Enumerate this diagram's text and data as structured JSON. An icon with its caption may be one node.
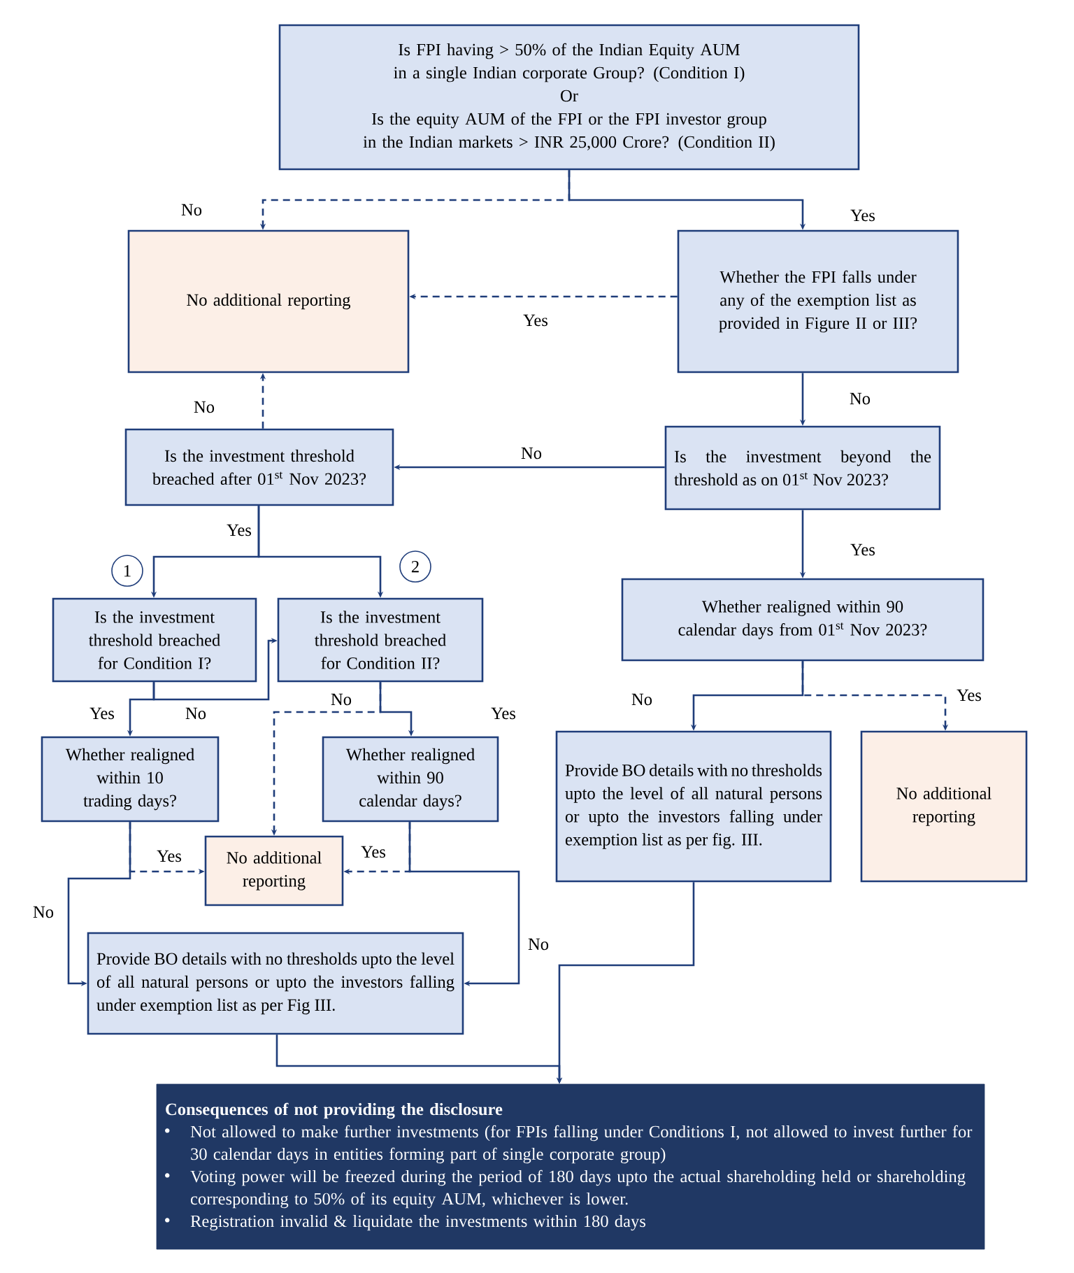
{
  "diagram": {
    "nodes": [
      {
        "text": [
          "Is FPI having > 50% of the Indian Equity AUM in a single Indian corporate Group? (Condition I)",
          "Or",
          "Is the equity AUM of the FPI or the FPI investor group in the Indian markets > INR 25,000 Crore? (Condition II)"
        ]
      },
      {
        "text": [
          "No additional reporting"
        ]
      },
      {
        "text": [
          "Whether the FPI falls under any of the exemption list as provided in Figure II or III?"
        ]
      },
      {
        "text": [
          "Is the investment threshold breached after 01$^{st}$ Nov 2023?"
        ]
      },
      {
        "text": [
          "Is the investment beyond the threshold as on 01$^{st}$ Nov 2023?"
        ]
      },
      {
        "text": [
          "Is the investment threshold breached for Condition I?"
        ],
        "beside": [
          "1"
        ]
      },
      {
        "text": [
          "Is the investment threshold breached for Condition II?"
        ],
        "beside": [
          "2"
        ]
      },
      {
        "text": [
          "Whether realigned within 10 trading days?"
        ]
      },
      {
        "text": [
          "Whether realigned within 90 calendar days?"
        ]
      },
      {
        "text": [
          "No additional reporting"
        ]
      },
      {
        "text": [
          "Provide BO details with no thresholds upto the level of all natural persons or upto the investors falling under exemption list as per Fig III."
        ]
      },
      {
        "text": [
          "Whether realigned within 90 calendar days from 01$^{st}$ Nov 2023?"
        ]
      },
      {
        "text": [
          "Provide BO details with no thresholds upto the level of all natural persons or upto the investors falling under exemption list as per fig. III."
        ]
      },
      {
        "text": [
          "No additional reporting"
        ]
      },
      {
        "text": [
          "Consequences of not providing the disclosure",
          "Not allowed to make further investments (for FPIs falling under Conditions I, not allowed to invest further for 30 calendar days in entities forming part of single corporate group)",
          "Voting power will be freezed during the period of 180 days upto the actual shareholding held or shareholding corresponding to 50% of its equity AUM, whichever is lower.",
          "Registration invalid & liquidate the investments within 180 days"
        ]
      }
    ],
    "edges": [
      {
        "from": 0,
        "to": 1,
        "arrow": "to",
        "style": "dashed",
        "label": "No"
      },
      {
        "from": 0,
        "to": 2,
        "arrow": "to",
        "label": "Yes"
      },
      {
        "from": 2,
        "to": 1,
        "arrow": "to",
        "style": "dashed",
        "label": "Yes"
      },
      {
        "from": 2,
        "to": 4,
        "arrow": "to",
        "label": "No"
      },
      {
        "from": 3,
        "to": 1,
        "arrow": "to",
        "style": "dashed",
        "label": "No"
      },
      {
        "from": 4,
        "to": 3,
        "arrow": "to",
        "label": "No"
      },
      {
        "from": 3,
        "to": 5,
        "arrow": "to",
        "label": "Yes"
      },
      {
        "from": 3,
        "to": 6,
        "arrow": "to"
      },
      {
        "from": 5,
        "to": 7,
        "arrow": "to",
        "label": "Yes"
      },
      {
        "from": 5,
        "to": 6,
        "arrow": "to",
        "label": "No"
      },
      {
        "from": 6,
        "to": 9,
        "arrow": "to",
        "style": "dashed",
        "label": "No"
      },
      {
        "from": 6,
        "to": 8,
        "arrow": "to",
        "label": "Yes"
      },
      {
        "from": 7,
        "to": 9,
        "arrow": "to",
        "style": "dashed",
        "label": "Yes"
      },
      {
        "from": 7,
        "to": 10,
        "arrow": "to",
        "label": "No"
      },
      {
        "from": 8,
        "to": 9,
        "arrow": "to",
        "style": "dashed",
        "label": "Yes"
      },
      {
        "from": 8,
        "to": 10,
        "arrow": "to",
        "label": "No"
      },
      {
        "from": 4,
        "to": 11,
        "arrow": "to",
        "label": "Yes"
      },
      {
        "from": 11,
        "to": 12,
        "arrow": "to",
        "label": "No"
      },
      {
        "from": 11,
        "to": 13,
        "arrow": "to",
        "style": "dashed",
        "label": "Yes"
      },
      {
        "from": 10,
        "to": 14,
        "arrow": "to"
      },
      {
        "from": 12,
        "to": 14,
        "arrow": "to"
      }
    ]
  }
}
